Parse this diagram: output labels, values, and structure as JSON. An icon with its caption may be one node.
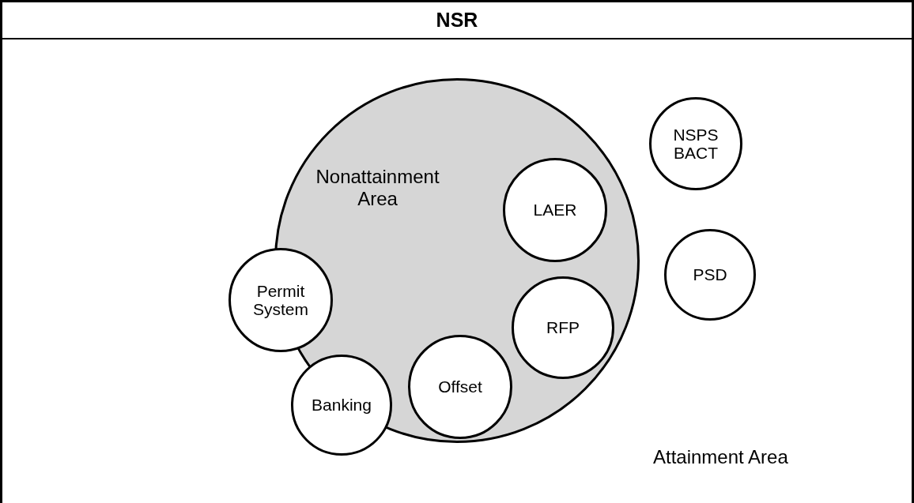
{
  "diagram": {
    "nodes": [
      {
        "text": [
          "NSR",
          "Attainment Area"
        ]
      },
      {
        "text": [
          "NSPS BACT"
        ],
        "in": 0
      },
      {
        "text": [
          "Nonattainment Area"
        ],
        "in": 0
      },
      {
        "text": [
          "LAER"
        ],
        "in": 2
      },
      {
        "text": [
          "PSD"
        ],
        "in": 0
      },
      {
        "text": [
          "Permit System"
        ],
        "in": 0
      },
      {
        "text": [
          "RFP"
        ],
        "in": 2
      },
      {
        "text": [
          "Offset"
        ],
        "in": 2
      },
      {
        "text": [
          "Banking"
        ],
        "in": 0
      }
    ]
  }
}
